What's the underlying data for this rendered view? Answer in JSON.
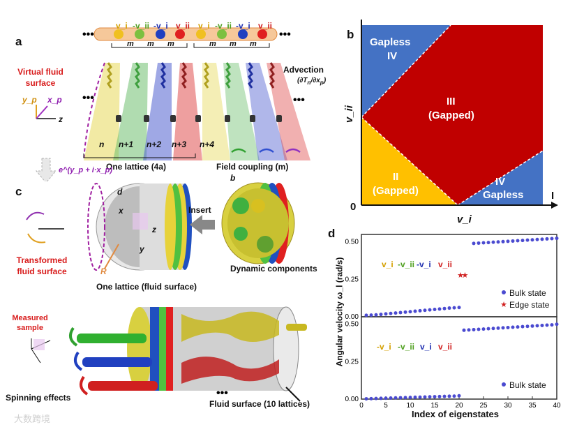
{
  "panel_a": {
    "label": "a",
    "chain_labels": [
      "v_i",
      "-v_ii",
      "-v_i",
      "v_ii",
      "v_i",
      "-v_ii",
      "-v_i",
      "v_ii"
    ],
    "m_labels": [
      "m",
      "m",
      "m",
      "m",
      "m",
      "m"
    ],
    "virtual_surface": "Virtual fluid surface",
    "advection": "Advection",
    "site_labels": [
      "n",
      "n+1",
      "n+2",
      "n+3",
      "n+4"
    ],
    "one_lattice": "One lattice (4a)",
    "field_coupling": "Field coupling (m)",
    "transform_expr": "e^(y_p + i·x_p)",
    "axis_labels": {
      "yp": "y_p",
      "xp": "x_p",
      "z": "z"
    }
  },
  "panel_b": {
    "label": "b",
    "regions": [
      {
        "name": "Gapless IV",
        "color": "#4472c4"
      },
      {
        "name": "III (Gapped)",
        "color": "#c00000"
      },
      {
        "name": "II (Gapped)",
        "color": "#ffc000"
      },
      {
        "name": "IV Gapless",
        "color": "#4472c4"
      }
    ],
    "region_text": {
      "g4a": "Gapless",
      "g4b": "IV",
      "g3a": "III",
      "g3b": "(Gapped)",
      "g2a": "II",
      "g2b": "(Gapped)",
      "g4c": "IV",
      "g4d": "Gapless"
    },
    "xlabel": "v_i",
    "ylabel": "v_ii",
    "origin": "0",
    "corner": "I"
  },
  "panel_c": {
    "label": "c",
    "transformed_surface": "Transformed fluid surface",
    "one_lattice_fluid": "One lattice (fluid surface)",
    "insert": "Insert",
    "dynamic_components": "Dynamic components",
    "measured_sample": "Measured sample",
    "spinning_effects": "Spinning effects",
    "fluid_surface_10": "Fluid surface (10 lattices)",
    "symbols": {
      "d": "d",
      "b": "b",
      "R": "R",
      "x": "x",
      "y": "y",
      "z": "z"
    }
  },
  "chart_data": {
    "type": "scatter",
    "label": "d",
    "xlabel": "Index of eigenstates",
    "ylabel": "Angular velocity ω_l (rad/s)",
    "xlim": [
      0,
      40
    ],
    "xticks": [
      0,
      5,
      10,
      15,
      20,
      25,
      30,
      35,
      40
    ],
    "top": {
      "ylim": [
        0,
        0.55
      ],
      "yticks": [
        "0.00",
        "0.25",
        "0.50"
      ],
      "legend": [
        "Bulk state",
        "Edge state"
      ],
      "chain_labels": [
        "v_i",
        "-v_ii",
        "-v_i",
        "v_ii"
      ],
      "series": [
        {
          "name": "Bulk state",
          "x": [
            1,
            2,
            3,
            4,
            5,
            6,
            7,
            8,
            9,
            10,
            11,
            12,
            13,
            14,
            15,
            16,
            17,
            18,
            19,
            20,
            21,
            22,
            23,
            24,
            25,
            26,
            27,
            28,
            29,
            30,
            31,
            32,
            33,
            34,
            35,
            36,
            37,
            38,
            39,
            40
          ],
          "y": [
            0.01,
            0.011,
            0.013,
            0.016,
            0.019,
            0.022,
            0.025,
            0.028,
            0.031,
            0.034,
            0.037,
            0.04,
            0.043,
            0.046,
            0.049,
            0.052,
            0.055,
            0.058,
            0.06,
            0.062,
            null,
            null,
            0.49,
            0.492,
            0.494,
            0.496,
            0.498,
            0.5,
            0.502,
            0.504,
            0.506,
            0.508,
            0.51,
            0.512,
            0.514,
            0.516,
            0.518,
            0.52,
            0.522,
            0.524
          ]
        },
        {
          "name": "Edge state",
          "x": [
            20.3,
            21.2
          ],
          "y": [
            0.28,
            0.28
          ]
        }
      ]
    },
    "bottom": {
      "ylim": [
        0,
        0.55
      ],
      "yticks": [
        "0.00",
        "0.25",
        "0.50"
      ],
      "legend": [
        "Bulk state"
      ],
      "chain_labels": [
        "-v_i",
        "-v_ii",
        "v_i",
        "v_ii"
      ],
      "series": [
        {
          "name": "Bulk state",
          "x": [
            1,
            2,
            3,
            4,
            5,
            6,
            7,
            8,
            9,
            10,
            11,
            12,
            13,
            14,
            15,
            16,
            17,
            18,
            19,
            20,
            21,
            22,
            23,
            24,
            25,
            26,
            27,
            28,
            29,
            30,
            31,
            32,
            33,
            34,
            35,
            36,
            37,
            38,
            39,
            40
          ],
          "y": [
            0.002,
            0.003,
            0.004,
            0.005,
            0.006,
            0.007,
            0.008,
            0.009,
            0.01,
            0.011,
            0.012,
            0.013,
            0.014,
            0.015,
            0.016,
            0.017,
            0.018,
            0.019,
            0.02,
            0.022,
            0.46,
            0.462,
            0.464,
            0.466,
            0.468,
            0.47,
            0.472,
            0.474,
            0.476,
            0.478,
            0.48,
            0.482,
            0.484,
            0.486,
            0.488,
            0.49,
            0.492,
            0.494,
            0.496,
            0.5
          ]
        }
      ]
    }
  },
  "watermark": "大数跨境"
}
